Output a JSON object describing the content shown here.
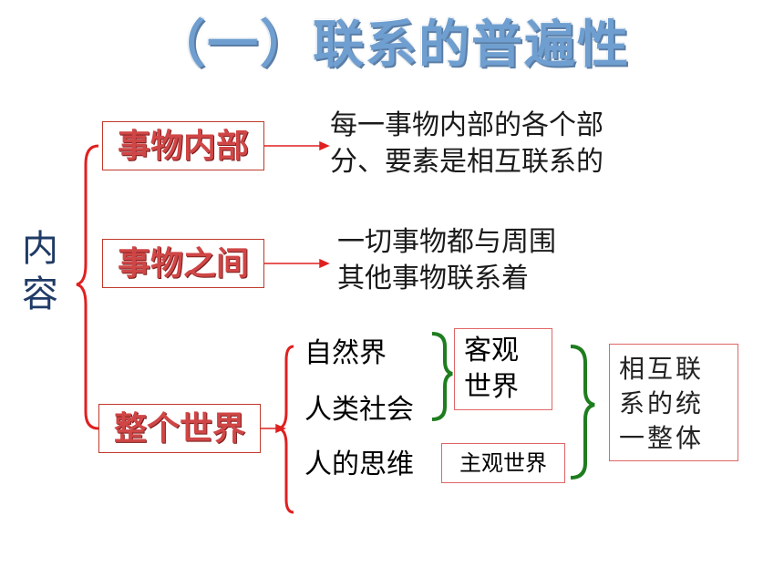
{
  "title": "（一）联系的普遍性",
  "left_label": [
    "内",
    "容"
  ],
  "categories": [
    {
      "label": "事物内部",
      "desc": [
        "每一事物内部的各个部",
        "分、要素是相互联系的"
      ]
    },
    {
      "label": "事物之间",
      "desc": [
        "一切事物都与周围",
        "其他事物联系着"
      ]
    },
    {
      "label": "整个世界"
    }
  ],
  "world_items": [
    "自然界",
    "人类社会",
    "人的思维"
  ],
  "objective_world": [
    "客观",
    "世界"
  ],
  "subjective_world": "主观世界",
  "conclusion": [
    "相互联",
    "系的统",
    "一整体"
  ],
  "colors": {
    "red": "#e02020",
    "green": "#1e7d1e",
    "title_blue": "#6f9fd0",
    "label_blue": "#1f3b66"
  }
}
